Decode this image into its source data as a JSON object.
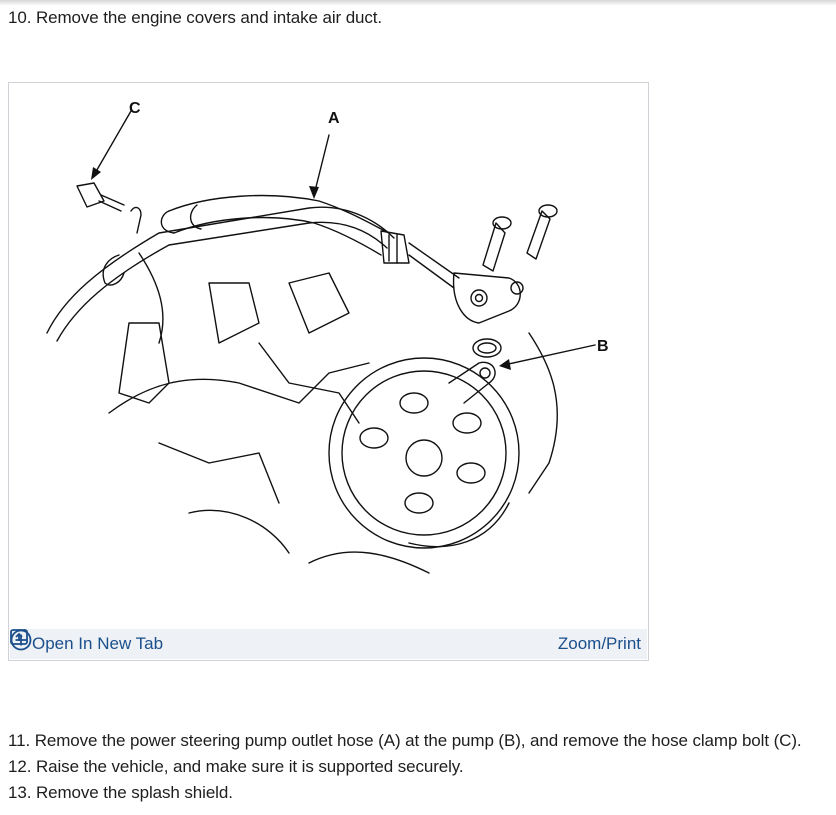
{
  "steps": {
    "s10": "10. Remove the engine covers and intake air duct.",
    "s11": "11. Remove the power steering pump outlet hose (A) at the pump (B), and remove the hose clamp bolt (C).",
    "s12": "12. Raise the vehicle, and make sure it is supported securely.",
    "s13": "13. Remove the splash shield."
  },
  "figure": {
    "labels": {
      "a": "A",
      "b": "B",
      "c": "C"
    },
    "toolbar": {
      "open_tab": "Open In New Tab",
      "zoom_print": "Zoom/Print",
      "open_tab_icon": "open-new-tab-icon",
      "zoom_icon": "plus-circle-icon"
    }
  },
  "colors": {
    "link": "#1b4f8c",
    "toolbar_bg": "#eef1f5",
    "border": "#cfd3d8"
  }
}
